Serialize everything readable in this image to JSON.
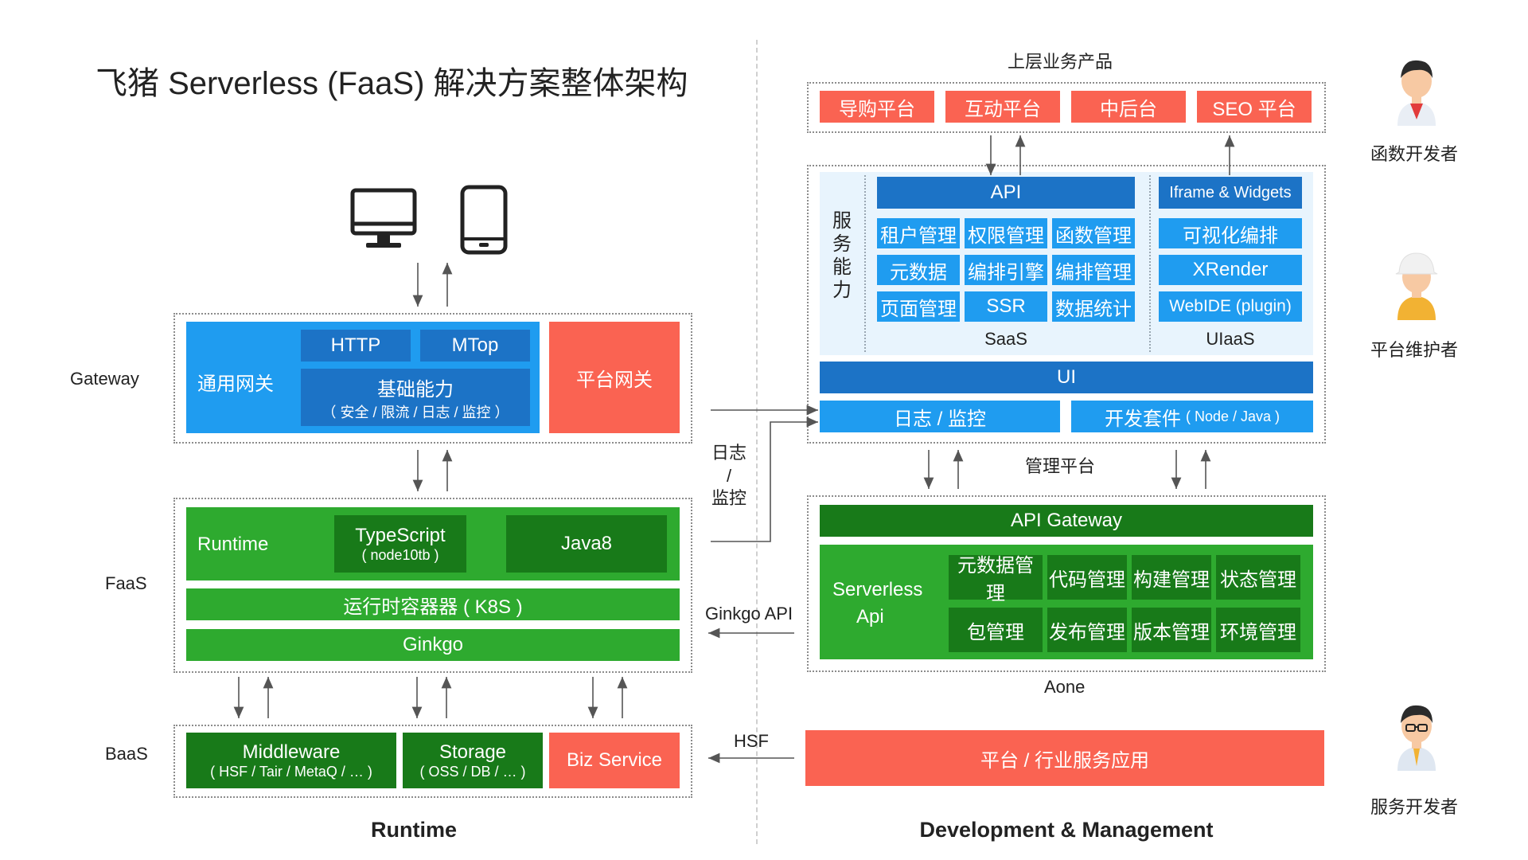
{
  "title": "飞猪 Serverless (FaaS) 解决方案整体架构",
  "left": {
    "gateway_label": "Gateway",
    "faas_label": "FaaS",
    "baas_label": "BaaS",
    "general_gateway": "通用网关",
    "http": "HTTP",
    "mtop": "MTop",
    "basic_ability": "基础能力",
    "basic_ability_sub": "（ 安全 / 限流 / 日志 / 监控 ）",
    "platform_gateway": "平台网关",
    "runtime": "Runtime",
    "typescript": "TypeScript",
    "typescript_sub": "( node10tb )",
    "java8": "Java8",
    "container": "运行时容器器 ( K8S )",
    "ginkgo": "Ginkgo",
    "middleware": "Middleware",
    "middleware_sub": "( HSF / Tair / MetaQ / … )",
    "storage": "Storage",
    "storage_sub": "( OSS / DB / … )",
    "biz_service": "Biz Service",
    "footer": "Runtime"
  },
  "middle": {
    "log_monitor_1": "日志",
    "log_monitor_2": "/",
    "log_monitor_3": "监控",
    "ginkgo_api": "Ginkgo API",
    "hsf": "HSF"
  },
  "right": {
    "upper_products": "上层业务产品",
    "products": [
      "导购平台",
      "互动平台",
      "中后台",
      "SEO 平台"
    ],
    "service_ability": [
      "服",
      "务",
      "能",
      "力"
    ],
    "api": "API",
    "saas_grid": [
      "租户管理",
      "权限管理",
      "函数管理",
      "元数据",
      "编排引擎",
      "编排管理",
      "页面管理",
      "SSR",
      "数据统计"
    ],
    "saas": "SaaS",
    "iframe_widgets": "Iframe & Widgets",
    "uiaas_items": [
      "可视化编排",
      "XRender",
      "WebIDE (plugin)"
    ],
    "uiaas": "UIaaS",
    "ui": "UI",
    "log_monitor": "日志 /  监控",
    "dev_kit": "开发套件",
    "dev_kit_sub": "( Node / Java )",
    "mgmt_platform": "管理平台",
    "api_gateway": "API Gateway",
    "serverless_api_1": "Serverless",
    "serverless_api_2": "Api",
    "aone_grid": [
      "元数据管理",
      "代码管理",
      "构建管理",
      "状态管理",
      "包管理",
      "发布管理",
      "版本管理",
      "环境管理"
    ],
    "aone": "Aone",
    "platform_apps": "平台 / 行业服务应用",
    "footer": "Development & Management"
  },
  "roles": {
    "function_dev": "函数开发者",
    "platform_maint": "平台维护者",
    "service_dev": "服务开发者"
  },
  "colors": {
    "blue": "#1f9cf0",
    "dark_blue": "#1c73c6",
    "green": "#2eaa2f",
    "dark_green": "#187a19",
    "red": "#fa6352"
  }
}
